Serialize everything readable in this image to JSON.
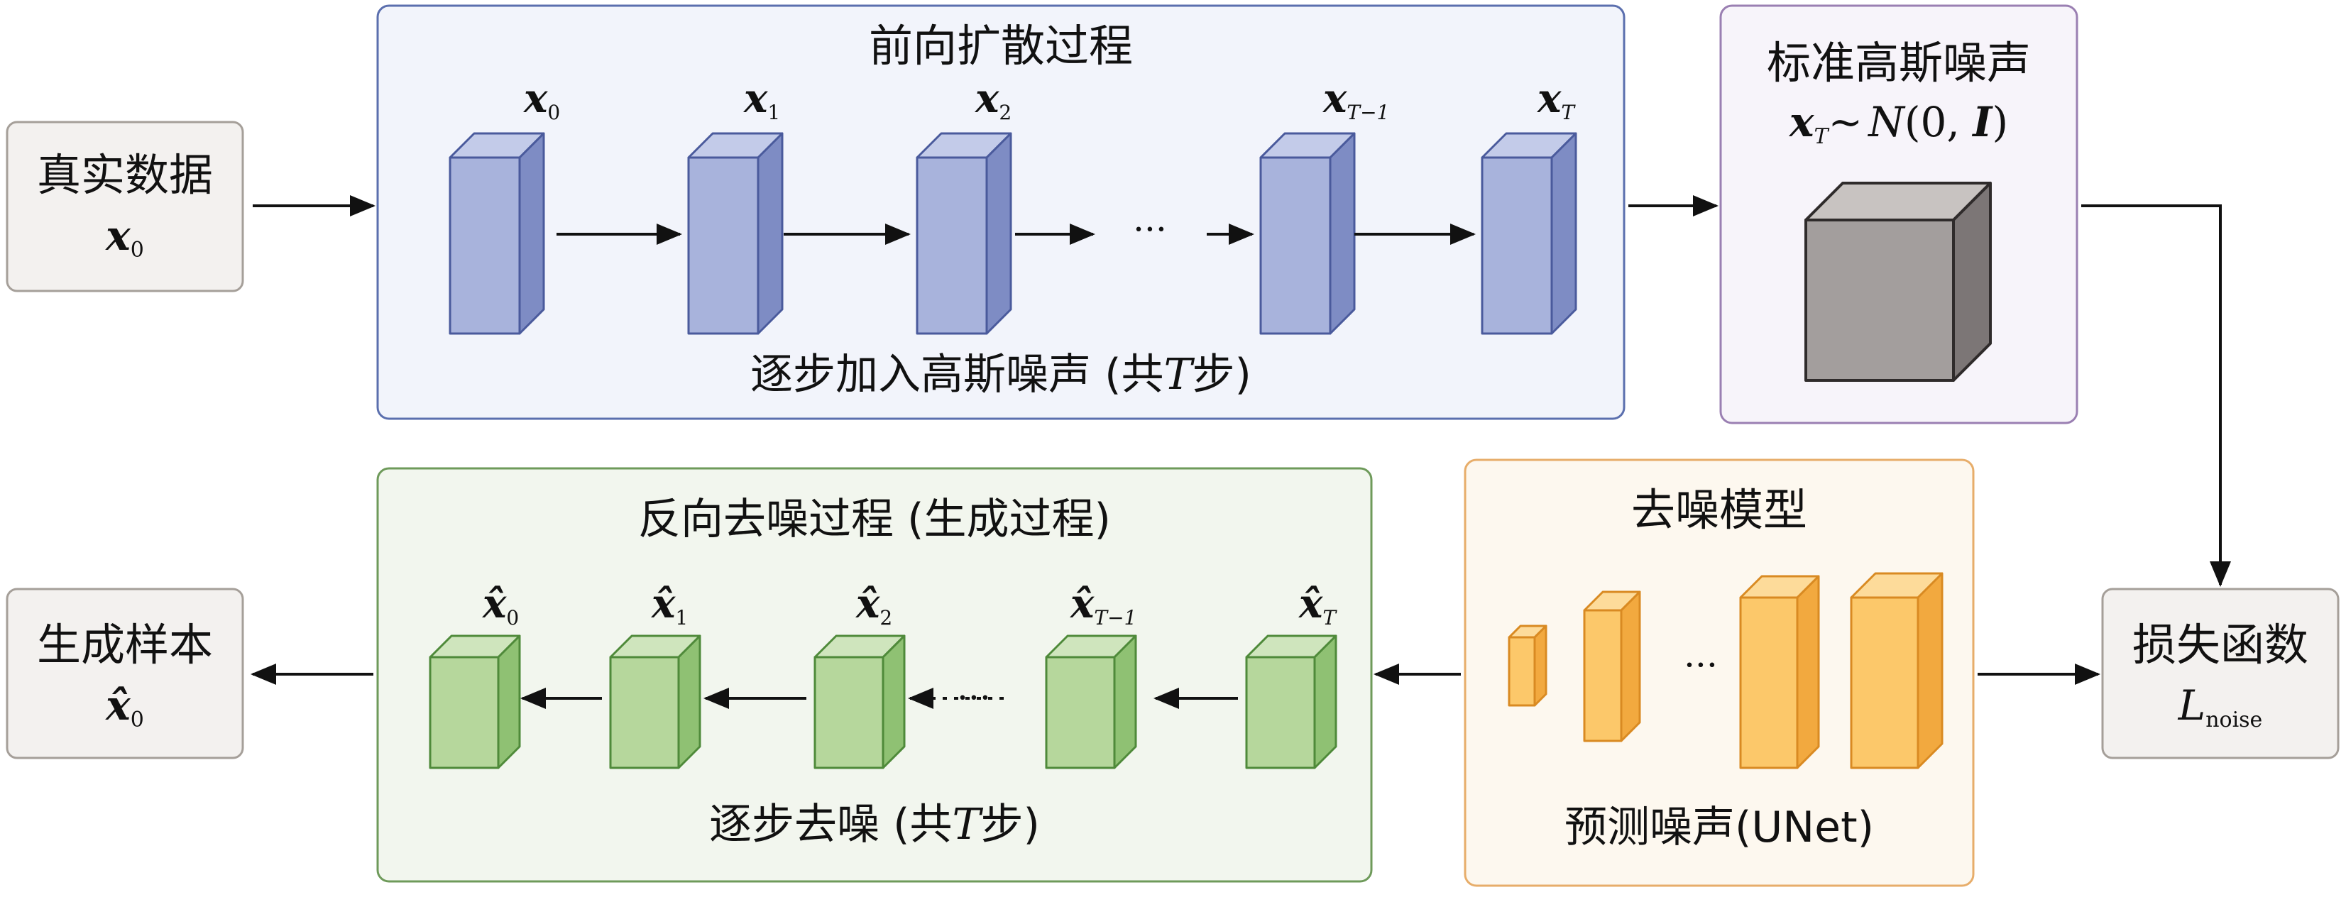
{
  "colors": {
    "forward_border": "#5b6fae",
    "forward_bg": "#f2f4fb",
    "target_border": "#9a7fb2",
    "target_bg": "#f7f4fa",
    "reverse_border": "#6e9a5a",
    "reverse_bg": "#f2f6ee",
    "model_border": "#e7ad6a",
    "model_bg": "#fdf8ef",
    "side_border": "#a59f99",
    "side_bg": "#f3f1ef",
    "blue_front": "#a8b3dc",
    "blue_side": "#7e8cc4",
    "blue_top": "#c3cbe9",
    "blue_edge": "#4a5a9c",
    "green_front": "#b6d79c",
    "green_side": "#8fc173",
    "green_top": "#cfe5bd",
    "green_edge": "#4f8a3a",
    "orange_front": "#fcc86a",
    "orange_side": "#f2a93f",
    "orange_top": "#fddb9a",
    "orange_edge": "#d98a22",
    "gray_front": "#a39e9d",
    "gray_side": "#7c7676",
    "gray_top": "#c8c3c1"
  },
  "real_data": {
    "label": "真实数据",
    "var": "x",
    "sub": "0"
  },
  "forward": {
    "title": "前向扩散过程",
    "caption_pre": "逐步加入高斯噪声 (共",
    "caption_T": "T",
    "caption_post": "步)",
    "cubes": [
      {
        "var": "x",
        "sub": "0"
      },
      {
        "var": "x",
        "sub": "1"
      },
      {
        "var": "x",
        "sub": "2"
      },
      {
        "var": "x",
        "sub": "T−1"
      },
      {
        "var": "x",
        "sub": "T"
      }
    ],
    "ellipsis": "···"
  },
  "target": {
    "title": "标准高斯噪声",
    "formula_var": "x",
    "formula_sub": "T",
    "formula_tilde": "~",
    "formula_N": "N",
    "formula_args_pre": "(0, ",
    "formula_I": "I",
    "formula_args_post": ")"
  },
  "reverse": {
    "title": "反向去噪过程 (生成过程)",
    "caption_pre": "逐步去噪 (共",
    "caption_T": "T",
    "caption_post": "步)",
    "cubes": [
      {
        "var": "x̂",
        "sub": "0"
      },
      {
        "var": "x̂",
        "sub": "1"
      },
      {
        "var": "x̂",
        "sub": "2"
      },
      {
        "var": "x̂",
        "sub": "T−1"
      },
      {
        "var": "x̂",
        "sub": "T"
      }
    ],
    "ellipsis": "···"
  },
  "model": {
    "title": "去噪模型",
    "caption": "预测噪声(UNet)",
    "ellipsis": "···"
  },
  "generated": {
    "label": "生成样本",
    "var": "x̂",
    "sub": "0"
  },
  "loss": {
    "label": "损失函数",
    "var": "L",
    "sub": "noise"
  }
}
